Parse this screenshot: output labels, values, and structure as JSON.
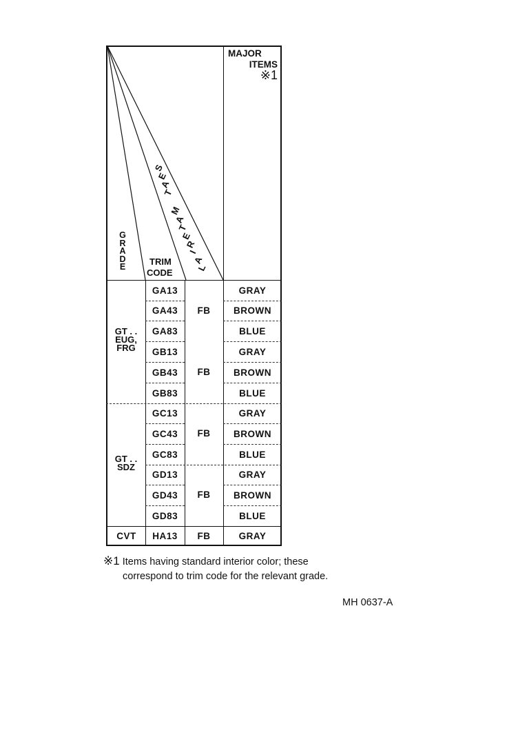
{
  "header": {
    "major_items_line1": "MAJOR",
    "major_items_line2": "ITEMS",
    "major_items_note": "※1",
    "grade_label": [
      "G",
      "R",
      "A",
      "D",
      "E"
    ],
    "trim_code_line1": "TRIM",
    "trim_code_line2": "CODE",
    "seat_material_label": "SEAT MATERIAL"
  },
  "groups": [
    {
      "grade_line1": "GT . .",
      "grade_line2": "EUG,",
      "grade_line3": "FRG"
    },
    {
      "grade_line1": "GT . .",
      "grade_line2": "SDZ"
    },
    {
      "grade_line1": "CVT"
    }
  ],
  "seat_material": {
    "s1": "FB",
    "s2": "FB",
    "s3": "FB",
    "s4": "FB",
    "s5": "FB"
  },
  "rows": [
    {
      "trim": "GA13",
      "color": "GRAY"
    },
    {
      "trim": "GA43",
      "color": "BROWN"
    },
    {
      "trim": "GA83",
      "color": "BLUE"
    },
    {
      "trim": "GB13",
      "color": "GRAY"
    },
    {
      "trim": "GB43",
      "color": "BROWN"
    },
    {
      "trim": "GB83",
      "color": "BLUE"
    },
    {
      "trim": "GC13",
      "color": "GRAY"
    },
    {
      "trim": "GC43",
      "color": "BROWN"
    },
    {
      "trim": "GC83",
      "color": "BLUE"
    },
    {
      "trim": "GD13",
      "color": "GRAY"
    },
    {
      "trim": "GD43",
      "color": "BROWN"
    },
    {
      "trim": "GD83",
      "color": "BLUE"
    },
    {
      "trim": "HA13",
      "color": "GRAY"
    }
  ],
  "footnote": {
    "mark": "※1",
    "line1": "Items having standard interior color; these",
    "line2": "correspond to trim code for the relevant grade."
  },
  "figure_id": "MH 0637-A"
}
